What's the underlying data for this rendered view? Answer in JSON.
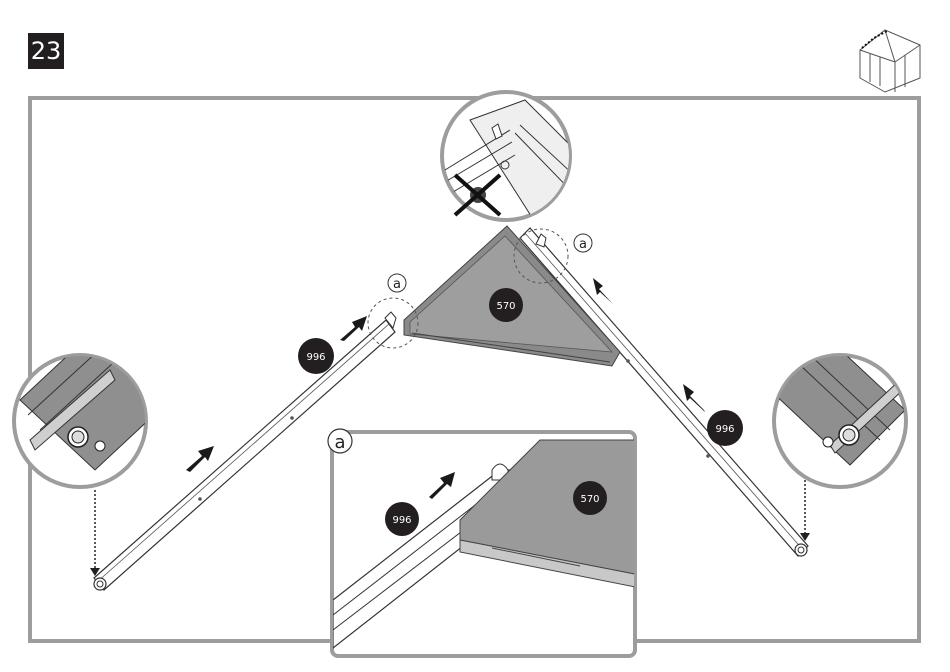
{
  "step": {
    "number": "23"
  },
  "parts": {
    "triangle_panel": "570",
    "rafter_left": "996",
    "rafter_right": "996",
    "inset_rafter": "996",
    "inset_panel": "570"
  },
  "callouts": {
    "detail_left": "a",
    "detail_right": "a",
    "inset_label": "a"
  },
  "colors": {
    "frame": "#9d9d9d",
    "panel_fill": "#9a9a9a",
    "panel_edge": "#6e6e6e",
    "badge": "#231f20",
    "arrow": "#1a1a1a"
  },
  "icons": [
    "greenhouse-thumbnail-icon",
    "no-tool-icon",
    "insertion-arrow-icon",
    "drop-arrow-icon"
  ]
}
